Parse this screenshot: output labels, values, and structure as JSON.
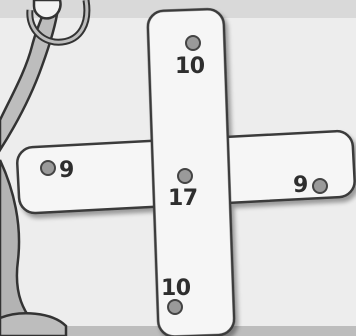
{
  "cross_numbers": {
    "top": "10",
    "left": "9",
    "right": "9",
    "center": "17",
    "bottom": "10"
  },
  "colors": {
    "background": "#ededed",
    "board_fill": "#f6f6f6",
    "board_outline": "#3a3a3a",
    "peg_fill": "#9a9a9a",
    "number_text": "#2e2e2e"
  },
  "icons": [
    "peg-icon",
    "hoop-icon"
  ]
}
